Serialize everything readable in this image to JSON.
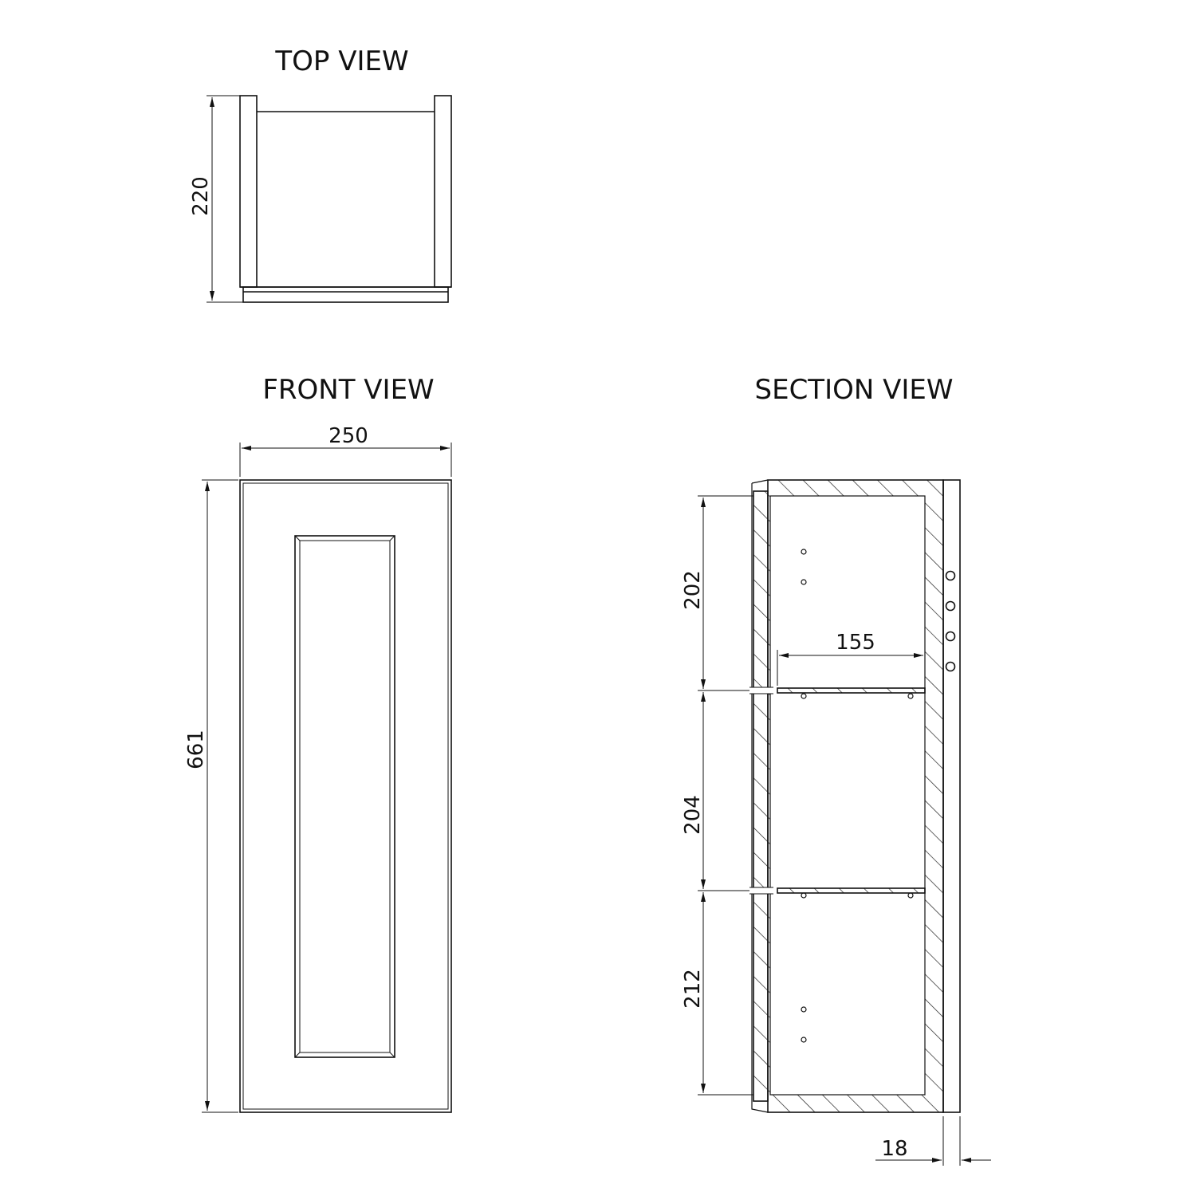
{
  "views": {
    "top": {
      "title": "TOP VIEW"
    },
    "front": {
      "title": "FRONT VIEW"
    },
    "section": {
      "title": "SECTION VIEW"
    }
  },
  "dimensions": {
    "top_depth": "220",
    "front_width": "250",
    "front_height": "661",
    "section_upper": "202",
    "section_middle": "204",
    "section_lower": "212",
    "section_inner_width": "155",
    "section_panel_thickness": "18"
  }
}
